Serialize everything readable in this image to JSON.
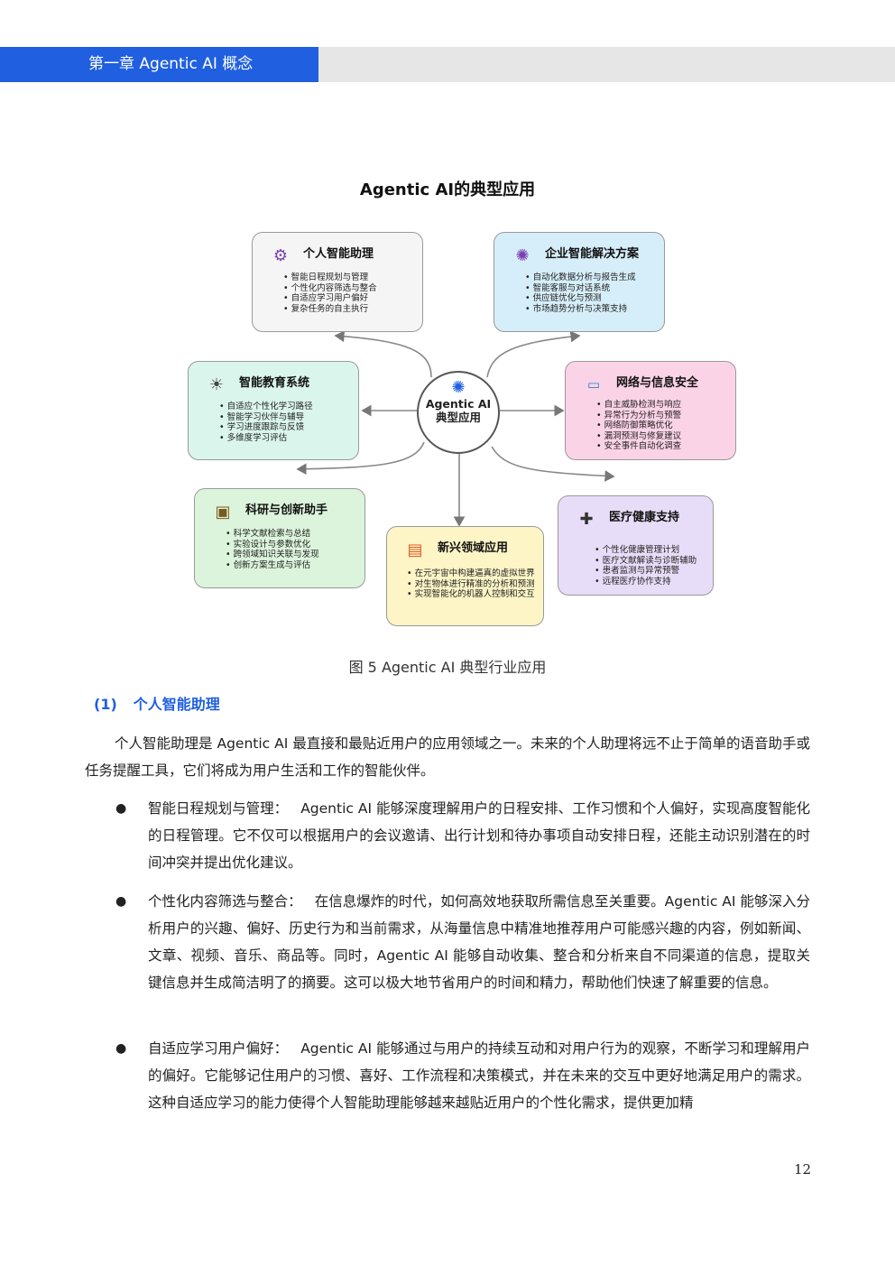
{
  "header": {
    "title": "第一章 Agentic AI 概念"
  },
  "diagram": {
    "title": "Agentic AI的典型应用",
    "center": [
      "Agentic AI",
      "典型应用"
    ],
    "boxes": [
      {
        "title": "个人智能助理",
        "items": [
          "智能日程规划与管理",
          "个性化内容筛选与整合",
          "自适应学习用户偏好",
          "复杂任务的自主执行"
        ],
        "color": "#f5f5f5",
        "icon": "brain-gear-icon"
      },
      {
        "title": "企业智能解决方案",
        "items": [
          "自动化数据分析与报告生成",
          "智能客服与对话系统",
          "供应链优化与预测",
          "市场趋势分析与决策支持"
        ],
        "color": "#d6eef9",
        "icon": "brain-circuit-icon"
      },
      {
        "title": "智能教育系统",
        "items": [
          "自适应个性化学习路径",
          "智能学习伙伴与辅导",
          "学习进度跟踪与反馈",
          "多维度学习评估"
        ],
        "color": "#daf5ec",
        "icon": "brain-bulb-icon"
      },
      {
        "title": "网络与信息安全",
        "items": [
          "自主威胁检测与响应",
          "异常行为分析与预警",
          "网络防御策略优化",
          "漏洞预测与修复建议",
          "安全事件自动化调查"
        ],
        "color": "#fbd3e6",
        "icon": "monitor-icon"
      },
      {
        "title": "科研与创新助手",
        "items": [
          "科学文献检索与总结",
          "实验设计与参数优化",
          "跨领域知识关联与发现",
          "创新方案生成与评估"
        ],
        "color": "#dcf4dc",
        "icon": "chip-icon"
      },
      {
        "title": "新兴领域应用",
        "items": [
          "在元宇宙中构建逼真的虚拟世界",
          "对生物体进行精准的分析和预测",
          "实现智能化的机器人控制和交互"
        ],
        "color": "#fdf5c6",
        "icon": "chart-icon"
      },
      {
        "title": "医疗健康支持",
        "items": [
          "个性化健康管理计划",
          "医疗文献解读与诊断辅助",
          "患者监测与异常预警",
          "远程医疗协作支持"
        ],
        "color": "#e8ddf8",
        "icon": "doctor-icon"
      }
    ]
  },
  "caption": "图 5 Agentic AI 典型行业应用",
  "section": {
    "number": "(1)",
    "title": "个人智能助理"
  },
  "intro": "个人智能助理是 Agentic AI 最直接和最贴近用户的应用领域之一。未来的个人助理将远不止于简单的语音助手或任务提醒工具，它们将成为用户生活和工作的智能伙伴。",
  "bullets": [
    {
      "term": "智能日程规划与管理：",
      "text": "Agentic AI 能够深度理解用户的日程安排、工作习惯和个人偏好，实现高度智能化的日程管理。它不仅可以根据用户的会议邀请、出行计划和待办事项自动安排日程，还能主动识别潜在的时间冲突并提出优化建议。"
    },
    {
      "term": "个性化内容筛选与整合：",
      "text": "在信息爆炸的时代，如何高效地获取所需信息至关重要。Agentic AI 能够深入分析用户的兴趣、偏好、历史行为和当前需求，从海量信息中精准地推荐用户可能感兴趣的内容，例如新闻、文章、视频、音乐、商品等。同时，Agentic AI 能够自动收集、整合和分析来自不同渠道的信息，提取关键信息并生成简洁明了的摘要。这可以极大地节省用户的时间和精力，帮助他们快速了解重要的信息。"
    },
    {
      "term": "自适应学习用户偏好：",
      "text": "Agentic AI 能够通过与用户的持续互动和对用户行为的观察，不断学习和理解用户的偏好。它能够记住用户的习惯、喜好、工作流程和决策模式，并在未来的交互中更好地满足用户的需求。这种自适应学习的能力使得个人智能助理能够越来越贴近用户的个性化需求，提供更加精"
    }
  ],
  "page_number": "12"
}
